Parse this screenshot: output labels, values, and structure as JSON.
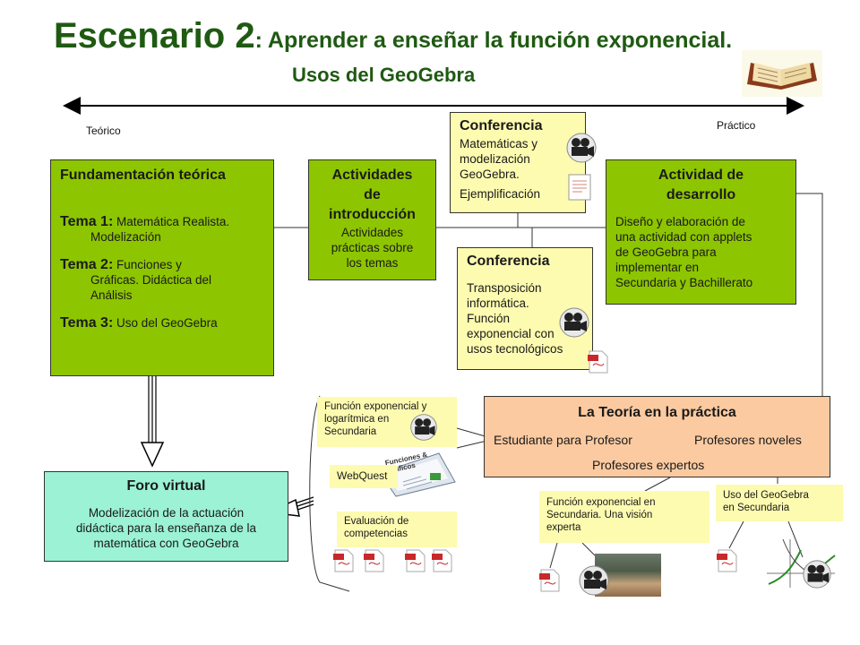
{
  "header": {
    "title_main": "Escenario 2",
    "title_rest": ": Aprender a enseñar la función exponencial.",
    "subtitle": "Usos del GeoGebra"
  },
  "axis": {
    "left_label": "Teórico",
    "right_label": "Práctico"
  },
  "boxes": {
    "fundamentacion": {
      "title": "Fundamentación teórica",
      "temas": [
        {
          "label": "Tema 1:",
          "text_a": "Matemática Realista.",
          "text_b": "Modelización"
        },
        {
          "label": "Tema 2:",
          "text_a": "Funciones y",
          "text_b": "Gráficas. Didáctica del",
          "text_c": "Análisis"
        },
        {
          "label": "Tema 3:",
          "text_a": "Uso del GeoGebra"
        }
      ]
    },
    "actividades": {
      "title_lines": [
        "Actividades",
        "de",
        "introducción"
      ],
      "text_lines": [
        "Actividades",
        "prácticas sobre",
        "los temas"
      ]
    },
    "conferencia1": {
      "title": "Conferencia",
      "text_lines": [
        "Matemáticas y",
        "modelización",
        "GeoGebra.",
        "Ejemplificación"
      ]
    },
    "conferencia2": {
      "title": "Conferencia",
      "text_lines": [
        "Transposición",
        "informática.",
        "Función",
        "exponencial con",
        "usos tecnológicos"
      ]
    },
    "desarrollo": {
      "title_lines": [
        "Actividad de",
        "desarrollo"
      ],
      "text_lines": [
        "Diseño y elaboración de",
        "una actividad con applets",
        "de GeoGebra para",
        "implementar en",
        "Secundaria y Bachillerato"
      ]
    },
    "teoria": {
      "title": "La Teoría en la práctica",
      "item_left": "Estudiante para Profesor",
      "item_right": "Profesores noveles",
      "item_bottom": "Profesores expertos"
    },
    "foro": {
      "title": "Foro virtual",
      "text_lines": [
        "Modelización de la actuación",
        "didáctica para la enseñanza de la",
        "matemática con GeoGebra"
      ]
    }
  },
  "notes": {
    "funcion_log": [
      "Función exponencial y",
      "logarítmica en",
      "Secundaria"
    ],
    "webquest": "WebQuest",
    "evaluacion": [
      "Evaluación de",
      "competencias"
    ],
    "vision_experta": [
      "Función exponencial en",
      "Secundaria. Una visión",
      "experta"
    ],
    "uso_geogebra": [
      "Uso del GeoGebra",
      "en Secundaria"
    ]
  },
  "thumbnail": {
    "title": "Funciones & Gráficos"
  },
  "icons": {
    "book": "open-book-icon",
    "camera": "movie-camera-icon",
    "pdf": "pdf-document-icon",
    "document": "document-page-icon"
  },
  "colors": {
    "title": "#1f5a12",
    "green_box": "#8dc500",
    "yellow_box": "#fdfbb0",
    "peach_box": "#fbcaa0",
    "aqua_box": "#9bf2d4"
  }
}
